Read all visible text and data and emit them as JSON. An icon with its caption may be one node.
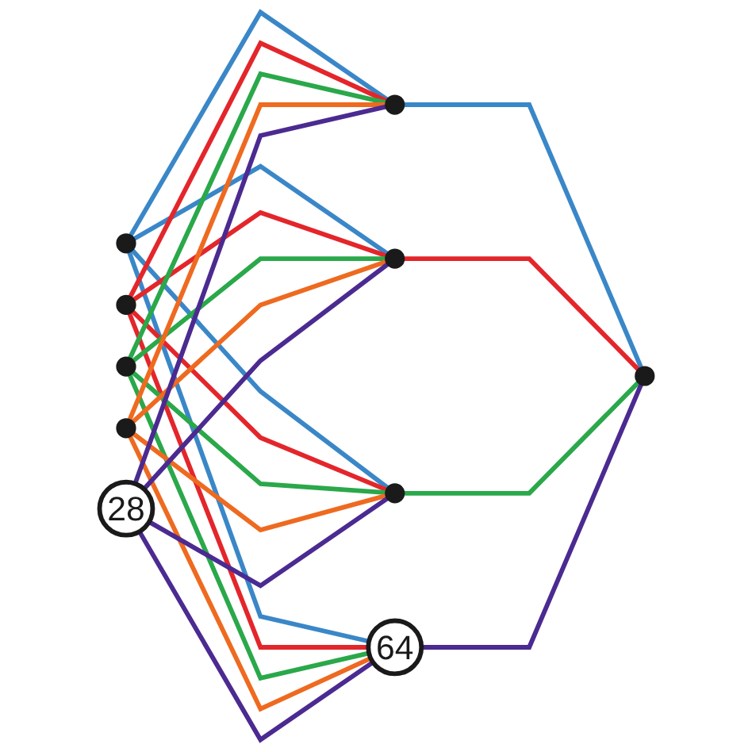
{
  "diagram": {
    "nodes": [
      {
        "text": [],
        "shape": "circle"
      },
      {
        "text": [],
        "shape": "circle"
      },
      {
        "text": [],
        "shape": "circle"
      },
      {
        "text": [],
        "shape": "circle"
      },
      {
        "text": [
          "28"
        ]
      },
      {
        "text": [],
        "shape": "circle"
      },
      {
        "text": [],
        "shape": "circle"
      },
      {
        "text": [],
        "shape": "circle"
      },
      {
        "text": [
          "64"
        ]
      },
      {
        "text": [],
        "shape": "circle"
      }
    ],
    "edges": [
      {
        "from": 0,
        "to": 5,
        "arrow": "none",
        "color": "#3a87c8"
      },
      {
        "from": 0,
        "to": 6,
        "arrow": "none",
        "color": "#3a87c8"
      },
      {
        "from": 0,
        "to": 7,
        "arrow": "none",
        "color": "#3a87c8"
      },
      {
        "from": 0,
        "to": 8,
        "arrow": "none",
        "color": "#3a87c8"
      },
      {
        "from": 1,
        "to": 5,
        "arrow": "none",
        "color": "#e3262b"
      },
      {
        "from": 1,
        "to": 6,
        "arrow": "none",
        "color": "#e3262b"
      },
      {
        "from": 1,
        "to": 7,
        "arrow": "none",
        "color": "#e3262b"
      },
      {
        "from": 1,
        "to": 8,
        "arrow": "none",
        "color": "#e3262b"
      },
      {
        "from": 2,
        "to": 5,
        "arrow": "none",
        "color": "#2aa84a"
      },
      {
        "from": 2,
        "to": 6,
        "arrow": "none",
        "color": "#2aa84a"
      },
      {
        "from": 2,
        "to": 7,
        "arrow": "none",
        "color": "#2aa84a"
      },
      {
        "from": 2,
        "to": 8,
        "arrow": "none",
        "color": "#2aa84a"
      },
      {
        "from": 3,
        "to": 5,
        "arrow": "none",
        "color": "#ee6a20"
      },
      {
        "from": 3,
        "to": 6,
        "arrow": "none",
        "color": "#ee6a20"
      },
      {
        "from": 3,
        "to": 7,
        "arrow": "none",
        "color": "#ee6a20"
      },
      {
        "from": 3,
        "to": 8,
        "arrow": "none",
        "color": "#ee6a20"
      },
      {
        "from": 4,
        "to": 5,
        "arrow": "none",
        "color": "#4b2a91"
      },
      {
        "from": 4,
        "to": 6,
        "arrow": "none",
        "color": "#4b2a91"
      },
      {
        "from": 4,
        "to": 7,
        "arrow": "none",
        "color": "#4b2a91"
      },
      {
        "from": 4,
        "to": 8,
        "arrow": "none",
        "color": "#4b2a91"
      },
      {
        "from": 5,
        "to": 9,
        "arrow": "none",
        "color": "#3a87c8"
      },
      {
        "from": 6,
        "to": 9,
        "arrow": "none",
        "color": "#e3262b"
      },
      {
        "from": 7,
        "to": 9,
        "arrow": "none",
        "color": "#2aa84a"
      },
      {
        "from": 8,
        "to": 9,
        "arrow": "none",
        "color": "#4b2a91"
      }
    ]
  }
}
